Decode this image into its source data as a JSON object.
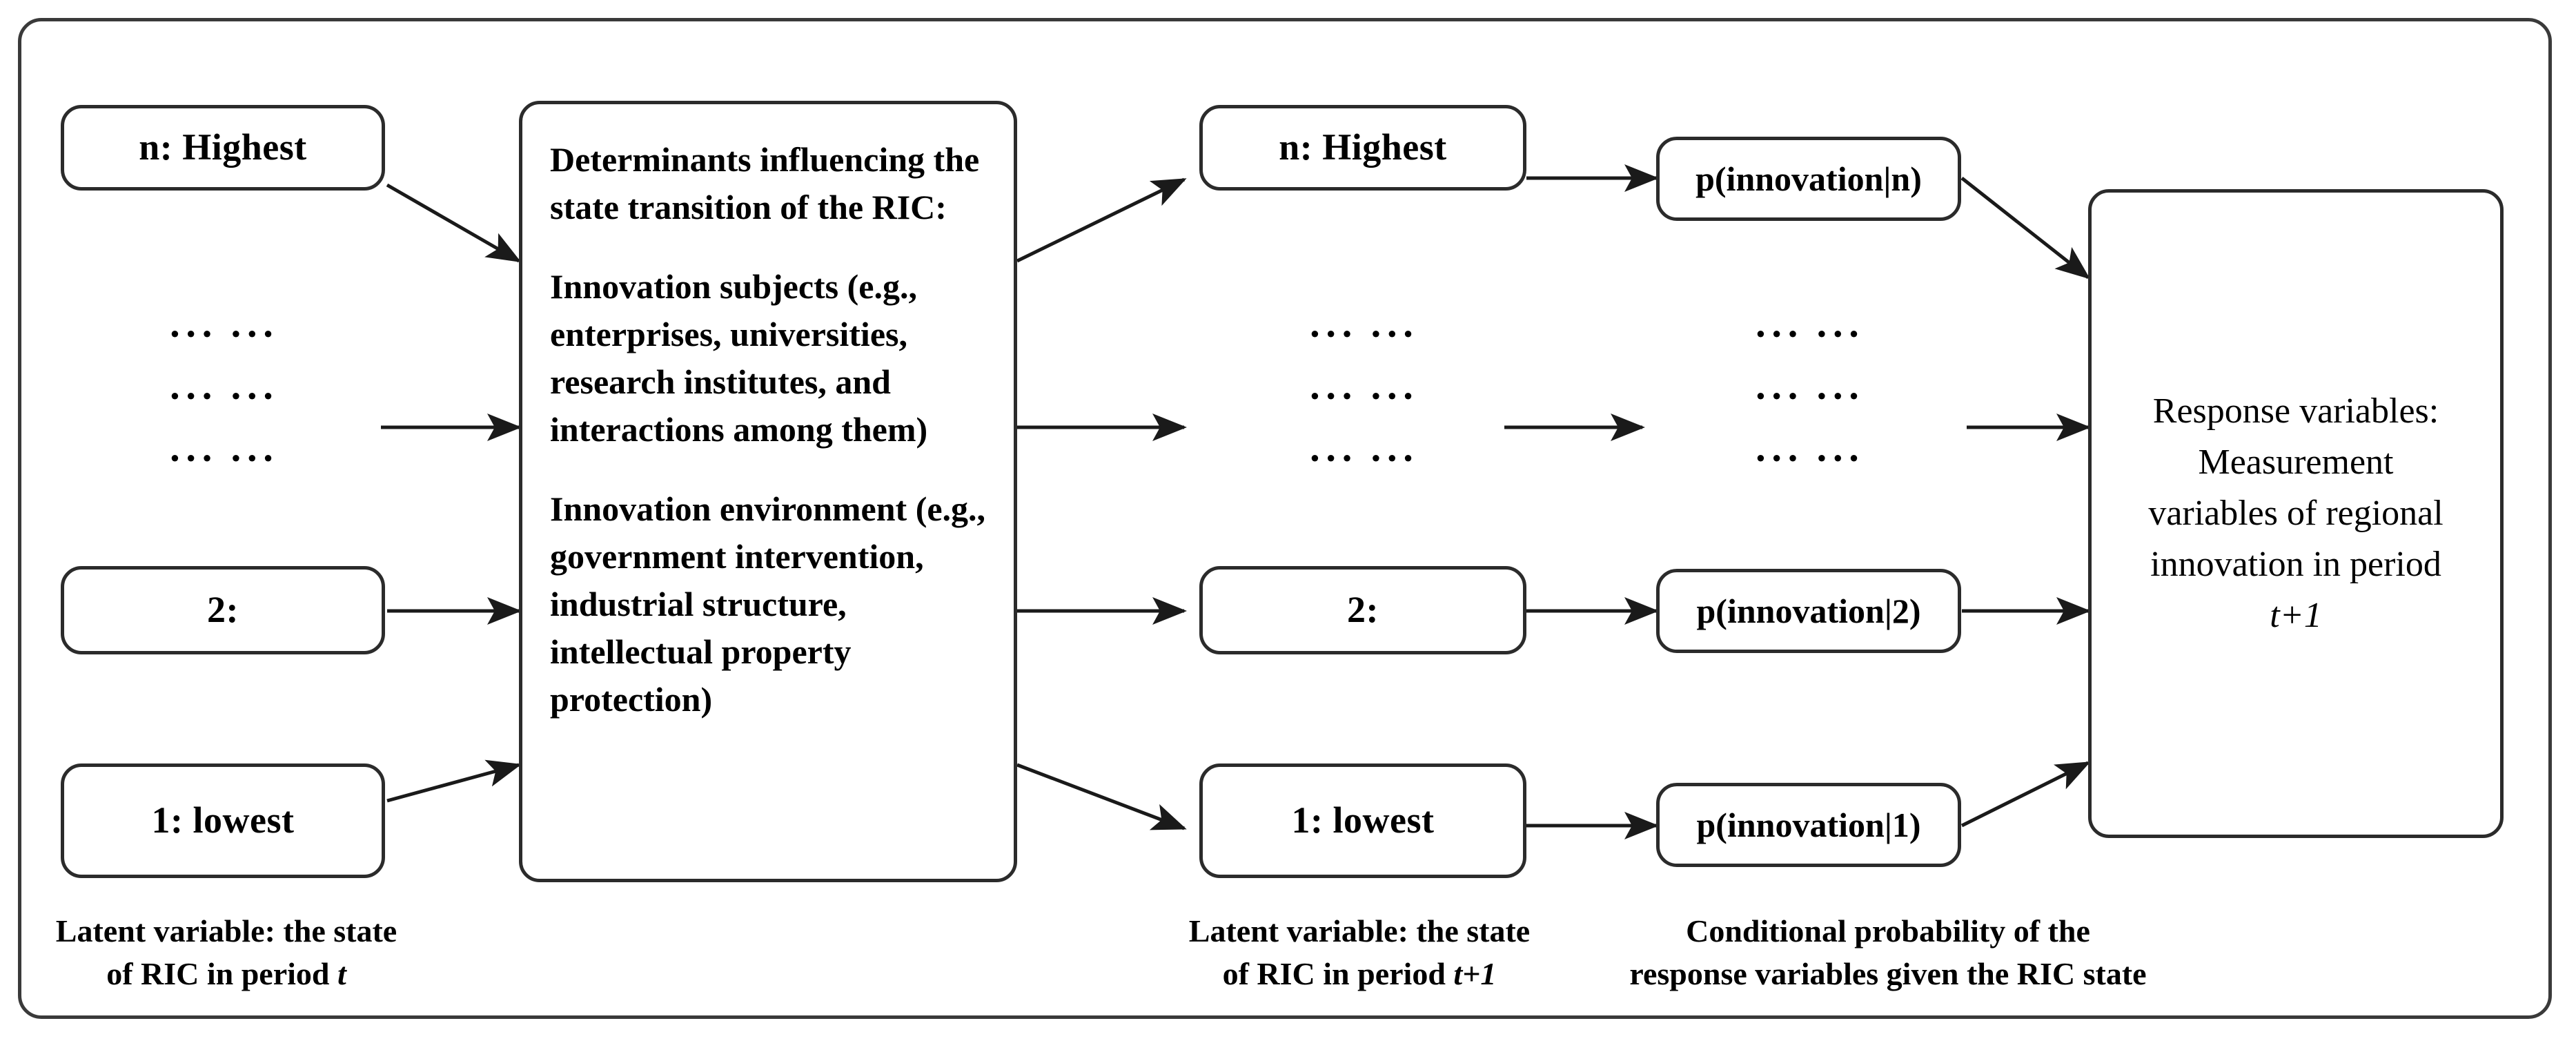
{
  "diagram": {
    "title_absent": true,
    "columns": {
      "state_t": {
        "caption_line1": "Latent variable:  the state",
        "caption_line2_pre": "of  RIC in period ",
        "caption_line2_em": "t",
        "nodes": [
          {
            "label": "n:  Highest"
          },
          {
            "label": "2:"
          },
          {
            "label": "1:  lowest"
          }
        ],
        "ellipsis": [
          "··· ···",
          "··· ···",
          "··· ···"
        ]
      },
      "determinants": {
        "heading": "Determinants influencing the state transition of the RIC:",
        "item_1": "Innovation subjects (e.g., enterprises, universities, research institutes, and interactions among them)",
        "item_2": "Innovation environment (e.g., government intervention, industrial structure, intellectual property protection)"
      },
      "state_t1": {
        "caption_line1": "Latent variable:  the state",
        "caption_line2_pre": "of  RIC in period ",
        "caption_line2_em": "t+1",
        "nodes": [
          {
            "label": "n:  Highest"
          },
          {
            "label": "2:"
          },
          {
            "label": "1:  lowest"
          }
        ],
        "ellipsis": [
          "··· ···",
          "··· ···",
          "··· ···"
        ]
      },
      "conditional_probability": {
        "caption_line1": "Conditional probability of  the",
        "caption_line2": "response variables given the RIC state",
        "nodes": [
          {
            "label": "p(innovation|n)"
          },
          {
            "label": "p(innovation|2)"
          },
          {
            "label": "p(innovation|1)"
          }
        ],
        "ellipsis": [
          "··· ···",
          "··· ···",
          "··· ···"
        ]
      },
      "response": {
        "line1": "Response variables:",
        "line2": "Measurement",
        "line3": "variables of regional",
        "line4_pre": "innovation in  period",
        "line5_em": "t+1"
      }
    },
    "colors": {
      "stroke": "#2b2b2b",
      "frame_stroke": "#3a3a3a",
      "background": "#ffffff",
      "text": "#000000"
    }
  }
}
